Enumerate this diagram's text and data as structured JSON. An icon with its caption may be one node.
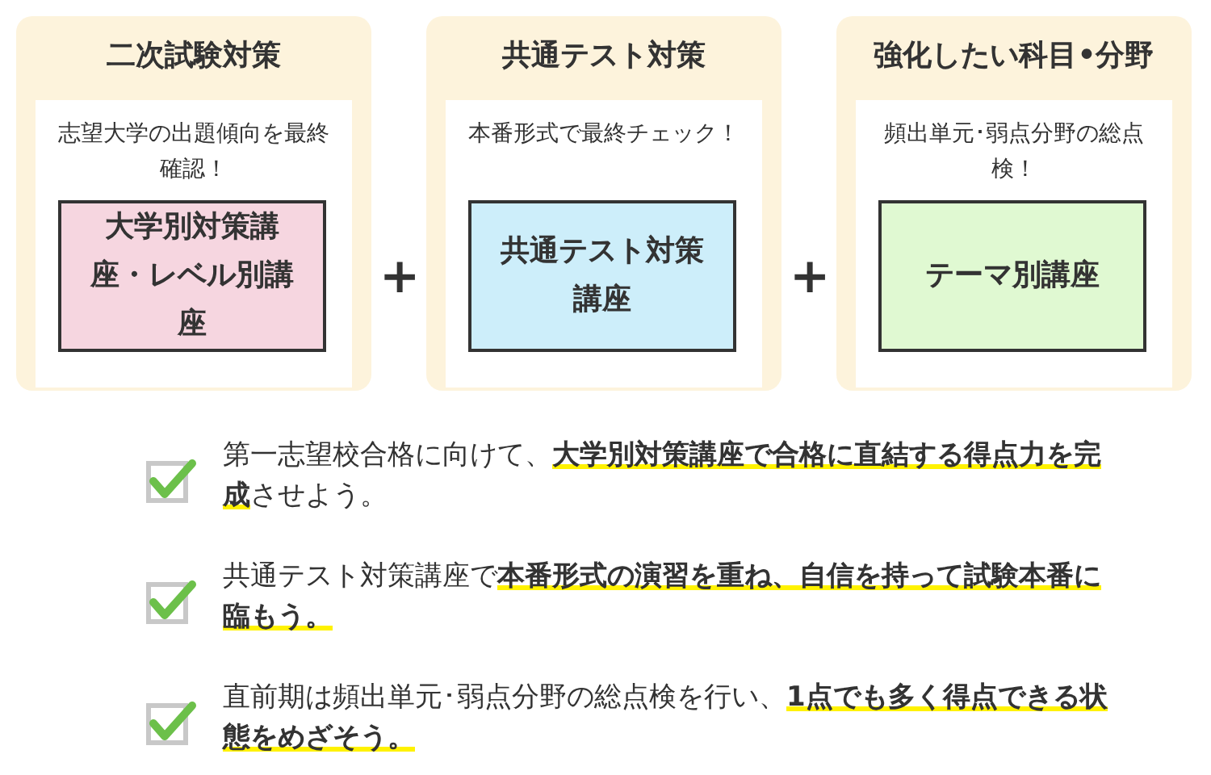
{
  "diagram": {
    "nodes": [
      {
        "text": [
          "二次試験対策",
          "志望大学の出題傾向を最終確認！"
        ]
      },
      {
        "text": [
          "大学別対策講座・レベル別講座"
        ],
        "in": 0
      },
      {
        "text": [
          "共通テスト対策",
          "本番形式で最終チェック！"
        ]
      },
      {
        "text": [
          "共通テスト対策講座"
        ],
        "in": 2
      },
      {
        "text": [
          "強化したい科目•分野",
          "頻出単元･弱点分野の総点検！"
        ]
      },
      {
        "text": [
          "テーマ別講座"
        ],
        "in": 4
      }
    ],
    "labels": [
      "+",
      "+",
      "第一志望校合格に向けて、**大学別対策講座で合格に直結する得点力を完成**させよう。",
      "共通テスト対策講座で**本番形式の演習を重ね、自信を持って試験本番に臨もう。**",
      "直前期は頻出単元･弱点分野の総点検を行い、**1点でも多く得点できる状態をめざそう。**"
    ]
  }
}
